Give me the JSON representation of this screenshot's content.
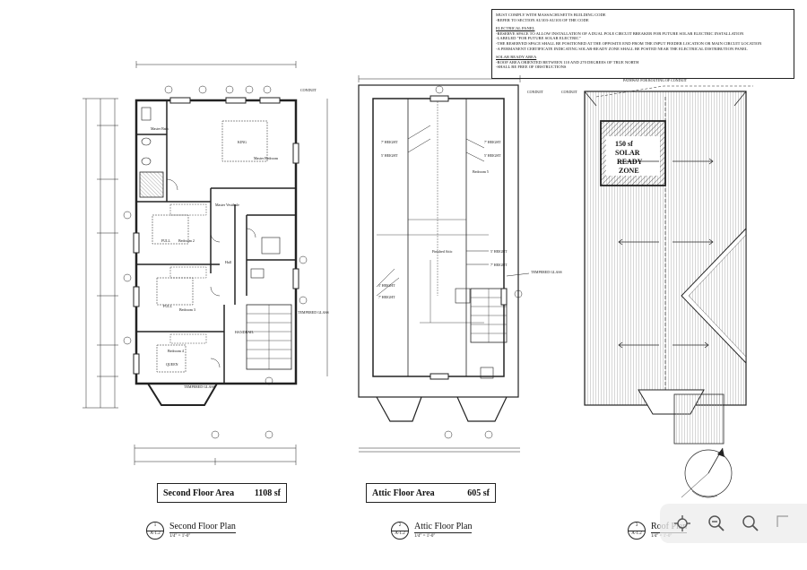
{
  "notes": {
    "line1": "MUST COMPLY WITH MASSACHUSETTS BUILDING CODE",
    "line2": "-REFER TO SECTION AU103-AU103 OF THE CODE",
    "electrical_title": "ELECTRICAL PANEL",
    "electrical_1": "-RESERVE SPACE TO ALLOW INSTALLATION OF A DUAL POLE CIRCUIT BREAKER FOR FUTURE SOLAR ELECTRIC INSTALLATION",
    "electrical_2": "-LABELED \"FOR FUTURE SOLAR ELECTRIC\"",
    "electrical_3": "-THE RESERVED SPACE SHALL BE POSITIONED AT THE OPPOSITE END FROM THE INPUT FEEDER LOCATION OR MAIN CIRCUIT LOCATION",
    "electrical_4": "-A PERMANENT CERTIFICATE INDICATING SOLAR-READY ZONE SHALL BE POSTED NEAR THE ELECTRICAL DISTRIBUTION PANEL",
    "solar_title": "SOLAR READY AREA",
    "solar_1": "-ROOF AREA ORIENTED BETWEEN 110 AND 270 DEGREES OF TRUE NORTH",
    "solar_2": "-SHALL BE FREE OF OBSTRUCTIONS"
  },
  "second_floor": {
    "area_label": "Second Floor Area",
    "area_value": "1108 sf",
    "plan_number": "1",
    "sheet_ref": "A-1.2",
    "plan_title": "Second Floor Plan",
    "scale": "1/4\" = 1'-0\"",
    "rooms": {
      "master_bath": "Master Bath",
      "master_bedroom": "Master Bedroom",
      "master_vestibule": "Master Vestibule",
      "bedroom2": "Bedroom 2",
      "bedroom3": "Bedroom 3",
      "bedroom4": "Bedroom 4",
      "hall": "Hall",
      "king": "KING",
      "full": "FULL",
      "queen": "QUEEN"
    },
    "labels": {
      "conduit": "CONDUIT",
      "tempered_glass": "TEMPERED GLASS",
      "handrail": "HANDRAIL"
    }
  },
  "attic_floor": {
    "area_label": "Attic Floor Area",
    "area_value": "605 sf",
    "plan_number": "2",
    "sheet_ref": "A-1.2",
    "plan_title": "Attic Floor Plan",
    "scale": "1/4\" = 1'-0\"",
    "rooms": {
      "bedroom5": "Bedroom 5",
      "finished_attic": "Finished Attic"
    },
    "labels": {
      "conduit": "CONDUIT",
      "tempered_glass": "TEMPERED GLASS",
      "height_7": "7' HEIGHT",
      "height_5": "5' HEIGHT"
    }
  },
  "roof": {
    "plan_number": "3",
    "sheet_ref": "A-1.2",
    "plan_title": "Roof Plan",
    "scale": "1/4\" = 1'-0\"",
    "solar_zone_line1": "150 sf",
    "solar_zone_line2": "SOLAR",
    "solar_zone_line3": "READY",
    "solar_zone_line4": "ZONE",
    "pathway_label": "PATHWAY FOR ROUTING OF CONDUIT",
    "conduit": "CONDUIT"
  },
  "toolbar": {
    "zoom_fit_icon": "zoom-fit-icon",
    "zoom_out_icon": "zoom-out-icon",
    "zoom_in_icon": "zoom-in-icon",
    "full_icon": "fullscreen-icon"
  }
}
